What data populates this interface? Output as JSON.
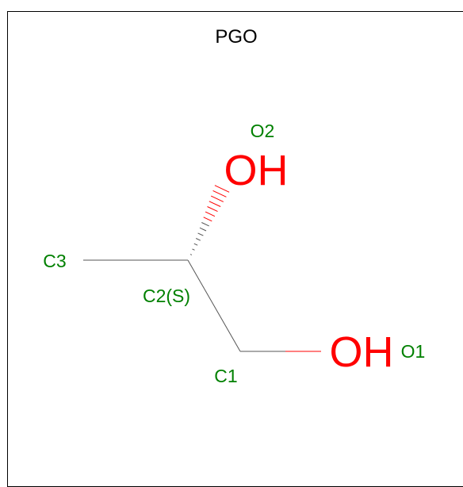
{
  "title": "PGO",
  "colors": {
    "bond": "#555555",
    "oxygen": "#ff0000",
    "label": "#008000",
    "frame": "#000000"
  },
  "atoms": {
    "c1": "C1",
    "c2": "C2(S)",
    "c3": "C3",
    "o1": "O1",
    "o2": "O2"
  },
  "groups": {
    "o1_symbol": "OH",
    "o2_symbol": "OH"
  }
}
